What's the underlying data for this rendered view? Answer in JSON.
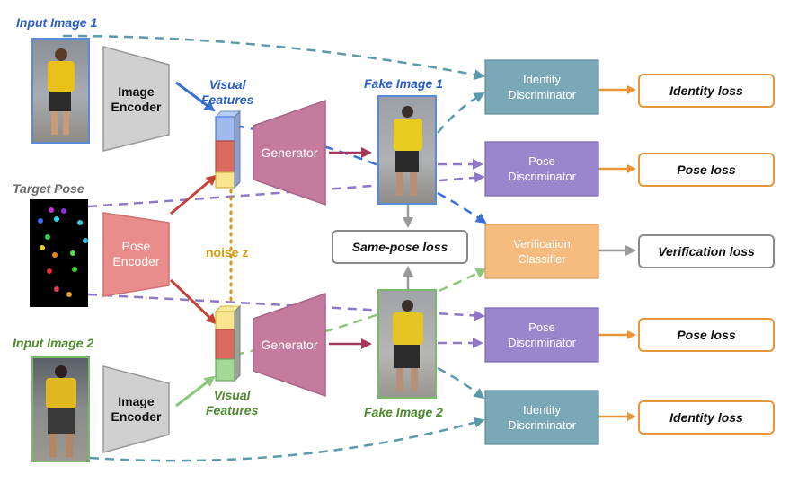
{
  "labels": {
    "input_image_1": "Input Image 1",
    "input_image_2": "Input Image 2",
    "target_pose": "Target Pose",
    "visual_features_1": "Visual\nFeatures",
    "visual_features_2": "Visual\nFeatures",
    "fake_image_1": "Fake Image 1",
    "fake_image_2": "Fake Image 2",
    "noise_z": "noise z"
  },
  "blocks": {
    "image_encoder_1": "Image\nEncoder",
    "image_encoder_2": "Image\nEncoder",
    "pose_encoder": "Pose\nEncoder",
    "generator_1": "Generator",
    "generator_2": "Generator",
    "identity_discriminator_1": "Identity\nDiscriminator",
    "pose_discriminator_1": "Pose\nDiscriminator",
    "verification_classifier": "Verification\nClassifier",
    "pose_discriminator_2": "Pose\nDiscriminator",
    "identity_discriminator_2": "Identity\nDiscriminator"
  },
  "losses": {
    "identity_loss_1": "Identity loss",
    "pose_loss_1": "Pose loss",
    "verification_loss": "Verification loss",
    "same_pose_loss": "Same-pose loss",
    "pose_loss_2": "Pose loss",
    "identity_loss_2": "Identity loss"
  },
  "colors": {
    "blue_label": "#2a5fc7",
    "green_label": "#4d8a2e",
    "gray_label": "#6b6b6b",
    "orange_noise": "#d79a10",
    "encoder_gray": "#d0d0d0",
    "pose_encoder": "#e98c8c",
    "generator": "#c57b9e",
    "identity_disc": "#7aa8b6",
    "pose_disc": "#9a86cc",
    "verification": "#f6bb7e",
    "loss_border": "#e8963a",
    "teal_dash": "#5b9aab",
    "purple_dash": "#8f78c8",
    "blue_arrow": "#3a6fd8",
    "red_arrow": "#c0443a",
    "green_arrow": "#8cc87a",
    "gray_arrow": "#9a9a9a"
  }
}
